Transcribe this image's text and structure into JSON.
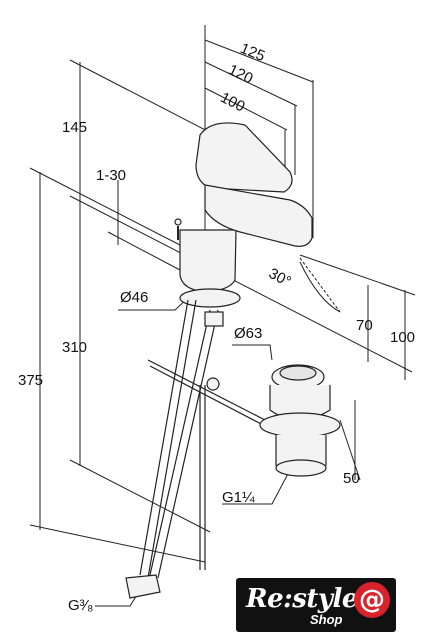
{
  "dimensions": {
    "d125": "125",
    "d120": "120",
    "d100_top": "100",
    "d145": "145",
    "d1_30": "1-30",
    "d310": "310",
    "d375": "375",
    "d46": "Ø46",
    "d63": "Ø63",
    "d30deg": "30°",
    "d70": "70",
    "d100_right": "100",
    "d50": "50",
    "thread_g114": "G1¼",
    "thread_g38": "G³⁄₈"
  },
  "logo": {
    "main": "Re:style",
    "sub": "Shop",
    "at": "@"
  }
}
